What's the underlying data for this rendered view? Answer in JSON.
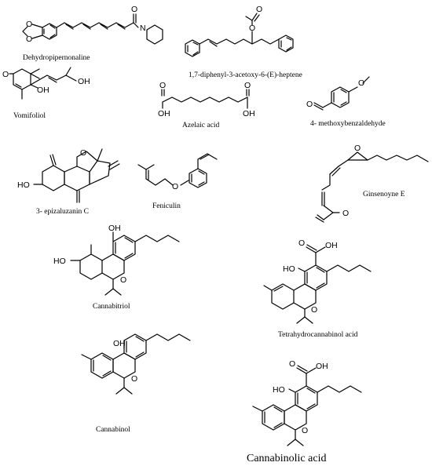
{
  "compounds": [
    {
      "id": "dehydropipernonaline",
      "name": "Dehydropipernonaline",
      "atoms": [
        "O",
        "O",
        "O",
        "N"
      ]
    },
    {
      "id": "diphenylheptene",
      "name": "1,7-diphenyl-3-acetoxy-6-(E)-heptene",
      "atoms": [
        "O",
        "O"
      ]
    },
    {
      "id": "vomifoliol",
      "name": "Vomifoliol",
      "atoms": [
        "O",
        "OH",
        "OH"
      ]
    },
    {
      "id": "azelaic",
      "name": "Azelaic acid",
      "atoms": [
        "O",
        "OH",
        "O",
        "OH"
      ]
    },
    {
      "id": "methoxybenzaldehyde",
      "name": "4- methoxybenzaldehyde",
      "atoms": [
        "O",
        "O"
      ]
    },
    {
      "id": "epizaluzanin",
      "name": "3- epizaluzanin C",
      "atoms": [
        "O",
        "HO"
      ]
    },
    {
      "id": "feniculin",
      "name": "Feniculin",
      "atoms": [
        "O"
      ]
    },
    {
      "id": "ginsenoyne",
      "name": "Ginsenoyne E",
      "atoms": [
        "O",
        "O"
      ]
    },
    {
      "id": "cannabitriol",
      "name": "Cannabitriol",
      "atoms": [
        "OH",
        "HO",
        "O"
      ]
    },
    {
      "id": "thca",
      "name": "Tetrahydrocannabinol acid",
      "atoms": [
        "O",
        "OH",
        "HO",
        "O"
      ]
    },
    {
      "id": "cannabinol",
      "name": "Cannabinol",
      "atoms": [
        "OH",
        "O"
      ]
    },
    {
      "id": "cbna",
      "name": "Cannabinolic acid",
      "atoms": [
        "O",
        "OH",
        "HO",
        "O"
      ]
    }
  ]
}
